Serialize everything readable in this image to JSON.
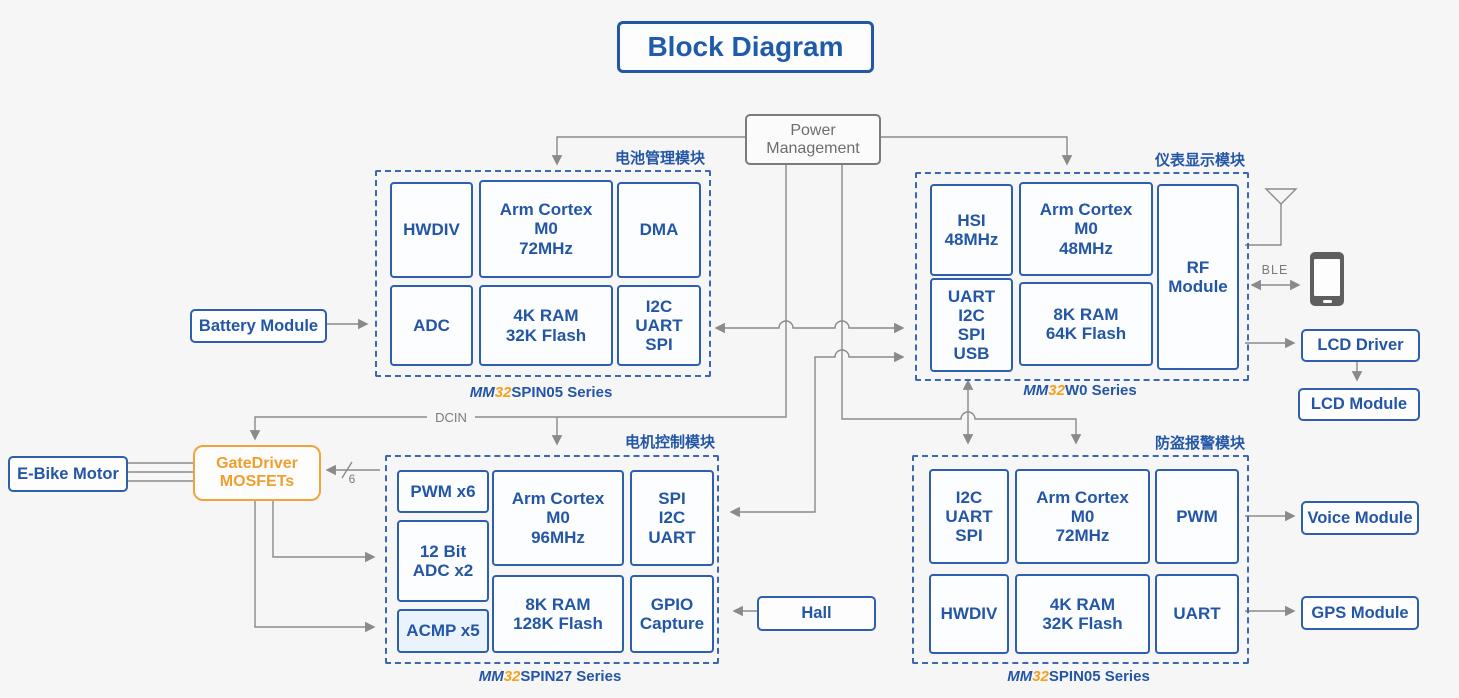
{
  "title": "Block Diagram",
  "power_management": "Power\nManagement",
  "modules": {
    "battery": {
      "header": "电池管理模块",
      "series": {
        "mm": "MM",
        "num": "32",
        "rest": "SPIN05 Series"
      },
      "chips": {
        "hwdiv": "HWDIV",
        "cortex": "Arm Cortex\nM0\n72MHz",
        "dma": "DMA",
        "adc": "ADC",
        "memory": "4K RAM\n32K Flash",
        "comm": "I2C\nUART\nSPI"
      }
    },
    "display": {
      "header": "仪表显示模块",
      "series": {
        "mm": "MM",
        "num": "32",
        "rest": "W0 Series"
      },
      "chips": {
        "hsi": "HSI\n48MHz",
        "cortex": "Arm Cortex\nM0\n48MHz",
        "rf": "RF\nModule",
        "comm": "UART\nI2C\nSPI\nUSB",
        "memory": "8K RAM\n64K Flash"
      }
    },
    "motor": {
      "header": "电机控制模块",
      "series": {
        "mm": "MM",
        "num": "32",
        "rest": "SPIN27 Series"
      },
      "chips": {
        "pwm": "PWM x6",
        "adc": "12 Bit\nADC x2",
        "acmp": "ACMP x5",
        "cortex": "Arm Cortex\nM0\n96MHz",
        "memory": "8K RAM\n128K Flash",
        "comm": "SPI\nI2C\nUART",
        "gpio": "GPIO\nCapture"
      }
    },
    "alarm": {
      "header": "防盗报警模块",
      "series": {
        "mm": "MM",
        "num": "32",
        "rest": "SPIN05 Series"
      },
      "chips": {
        "comm": "I2C\nUART\nSPI",
        "cortex": "Arm Cortex\nM0\n72MHz",
        "pwm": "PWM",
        "hwdiv": "HWDIV",
        "memory": "4K RAM\n32K Flash",
        "uart": "UART"
      }
    }
  },
  "peripherals": {
    "battery_module": "Battery Module",
    "ebike_motor": "E-Bike Motor",
    "gatedriver": "GateDriver\nMOSFETs",
    "hall": "Hall",
    "voice_module": "Voice Module",
    "gps_module": "GPS Module",
    "lcd_driver": "LCD Driver",
    "lcd_module": "LCD Module"
  },
  "wire_labels": {
    "dcin": "DCIN",
    "ble": "BLE",
    "bus_width": "6"
  },
  "icons": {
    "antenna": "antenna-icon",
    "smartphone": "smartphone-icon"
  },
  "colors": {
    "blue": "#2456a6",
    "dashed_blue": "#3c68b2",
    "orange": "#f0a43a",
    "gray_line": "#8a8a8a",
    "background": "#f6f6f7"
  }
}
